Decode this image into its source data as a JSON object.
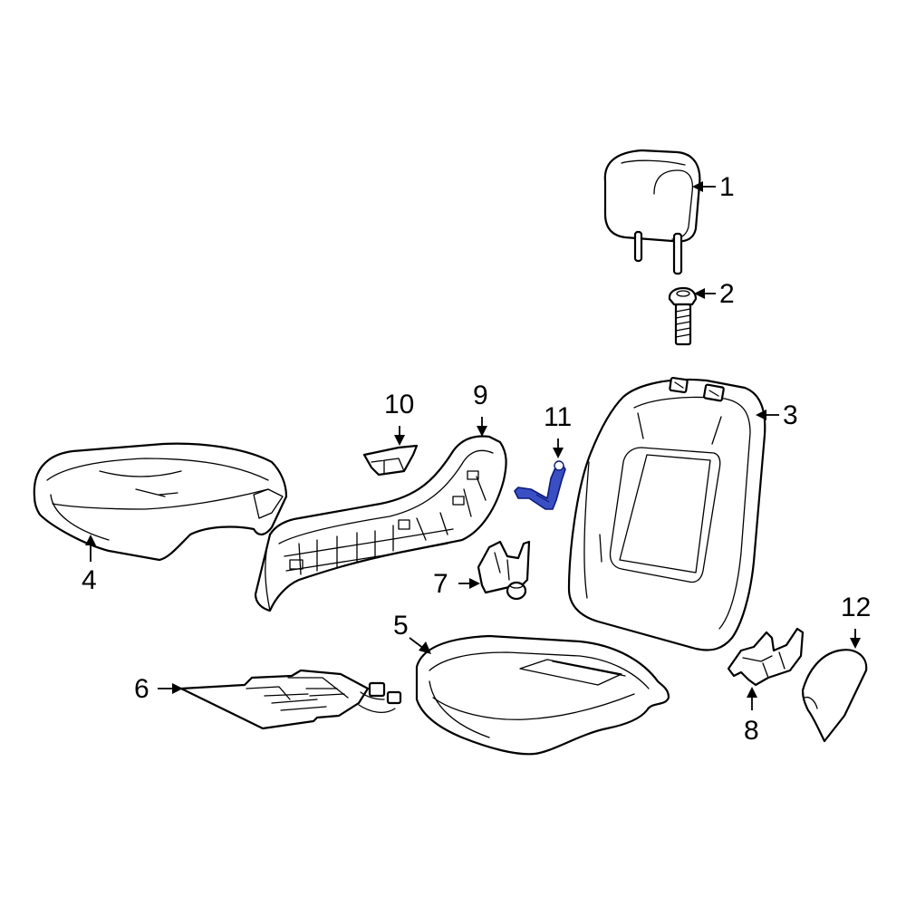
{
  "diagram": {
    "highlight_color": "#3b4fc4",
    "callouts": [
      {
        "id": "1",
        "label": "1"
      },
      {
        "id": "2",
        "label": "2"
      },
      {
        "id": "3",
        "label": "3"
      },
      {
        "id": "4",
        "label": "4"
      },
      {
        "id": "5",
        "label": "5"
      },
      {
        "id": "6",
        "label": "6"
      },
      {
        "id": "7",
        "label": "7"
      },
      {
        "id": "8",
        "label": "8"
      },
      {
        "id": "9",
        "label": "9"
      },
      {
        "id": "10",
        "label": "10"
      },
      {
        "id": "11",
        "label": "11"
      },
      {
        "id": "12",
        "label": "12"
      }
    ]
  }
}
